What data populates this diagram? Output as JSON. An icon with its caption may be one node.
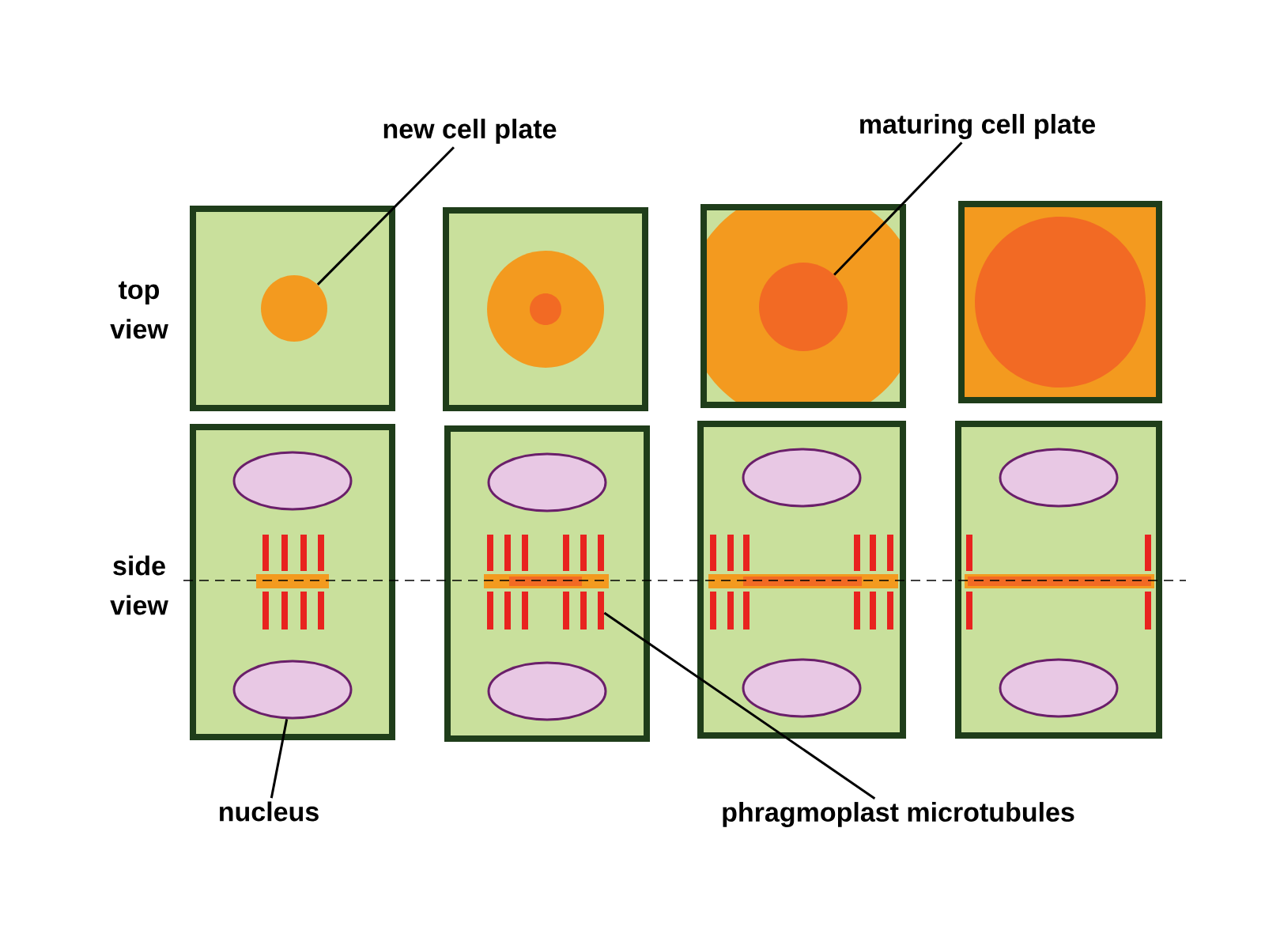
{
  "diagram": {
    "nodes": [
      {
        "text": [
          "new cell plate"
        ]
      },
      {
        "text": [
          "maturing cell plate"
        ]
      },
      {
        "text": [
          "nucleus"
        ]
      },
      {
        "text": [
          "phragmoplast microtubules"
        ]
      },
      {
        "text": [],
        "shape": "circle"
      },
      {
        "text": [],
        "shape": "circle"
      },
      {
        "text": [],
        "shape": "ellipse"
      },
      {
        "text": [],
        "shape": "bar"
      }
    ],
    "edges": [
      {
        "from": 0,
        "to": 4,
        "arrow": "none"
      },
      {
        "from": 1,
        "to": 5,
        "arrow": "none"
      },
      {
        "from": 2,
        "to": 6,
        "arrow": "none"
      },
      {
        "from": 3,
        "to": 7,
        "arrow": "none"
      }
    ],
    "labels": [
      "top view",
      "side view"
    ]
  }
}
